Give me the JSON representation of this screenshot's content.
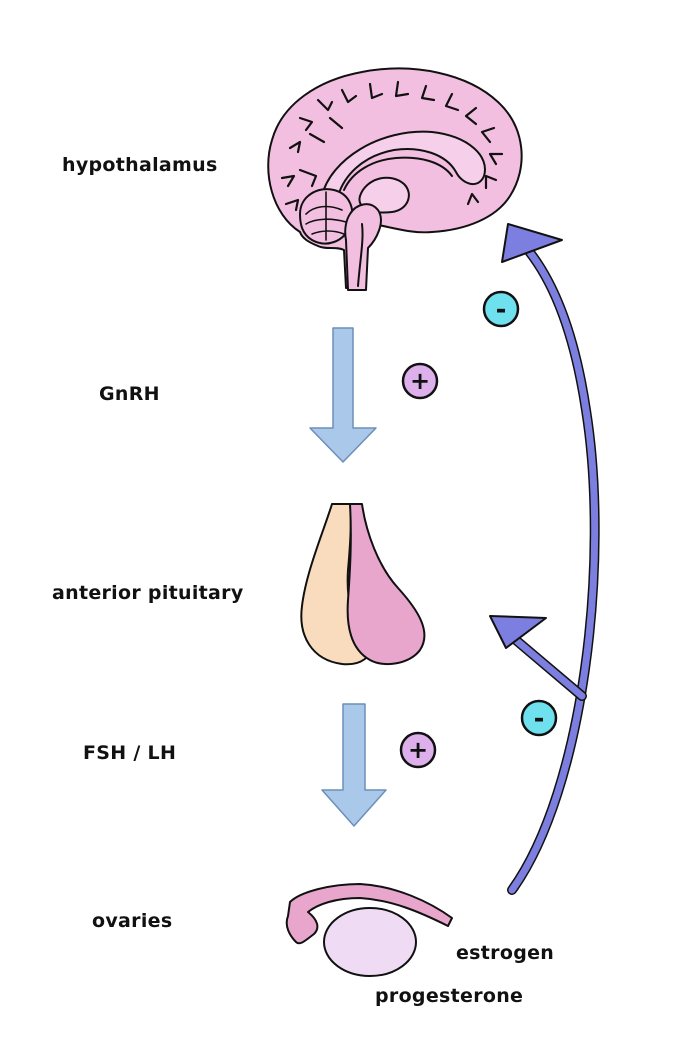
{
  "labels": {
    "hypothalamus": "hypothalamus",
    "gnrh": "GnRH",
    "anterior_pituitary": "anterior pituitary",
    "fsh_lh": "FSH / LH",
    "ovaries": "ovaries",
    "estrogen": "estrogen",
    "progesterone": "progesterone"
  },
  "signs": {
    "stimulate_gnrh": "+",
    "stimulate_fsh_lh": "+",
    "inhibit_hypothalamus": "-",
    "inhibit_pituitary": "-"
  },
  "colors": {
    "brain": "#f2bfe0",
    "down_arrow": "#a9c8ea",
    "feedback_arrow": "#7d7fe0",
    "pituitary_front": "#f8dcbd",
    "pituitary_back": "#e8a6cc",
    "plus_circle": "#ddb0ec",
    "minus_circle": "#6fe0ee",
    "ovary": "#efdcf4",
    "tube": "#e8a6cc"
  }
}
